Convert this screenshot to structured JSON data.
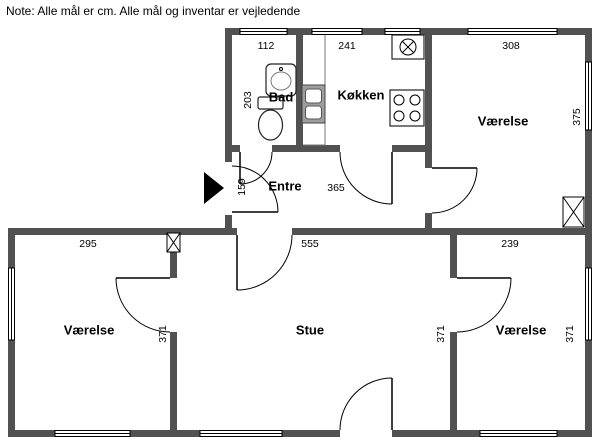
{
  "note": "Note: Alle mål er cm. Alle mål og inventar er vejledende",
  "rooms": {
    "bad": {
      "label": "Bad",
      "width_cm": "112",
      "depth_cm": "203"
    },
    "kokken": {
      "label": "Køkken",
      "width_cm": "241"
    },
    "vaerelse_top": {
      "label": "Værelse",
      "width_cm": "308",
      "depth_cm": "375"
    },
    "entre": {
      "label": "Entre",
      "width_cm": "159",
      "length_cm": "365"
    },
    "vaerelse_left": {
      "label": "Værelse",
      "width_cm": "295",
      "depth_cm": "371"
    },
    "stue": {
      "label": "Stue",
      "width_cm": "555",
      "depth_cm": "371"
    },
    "vaerelse_right": {
      "label": "Værelse",
      "width_cm": "239",
      "depth_cm": "371"
    }
  },
  "colors": {
    "wall": "#515151",
    "line": "#000000",
    "background": "#ffffff"
  }
}
